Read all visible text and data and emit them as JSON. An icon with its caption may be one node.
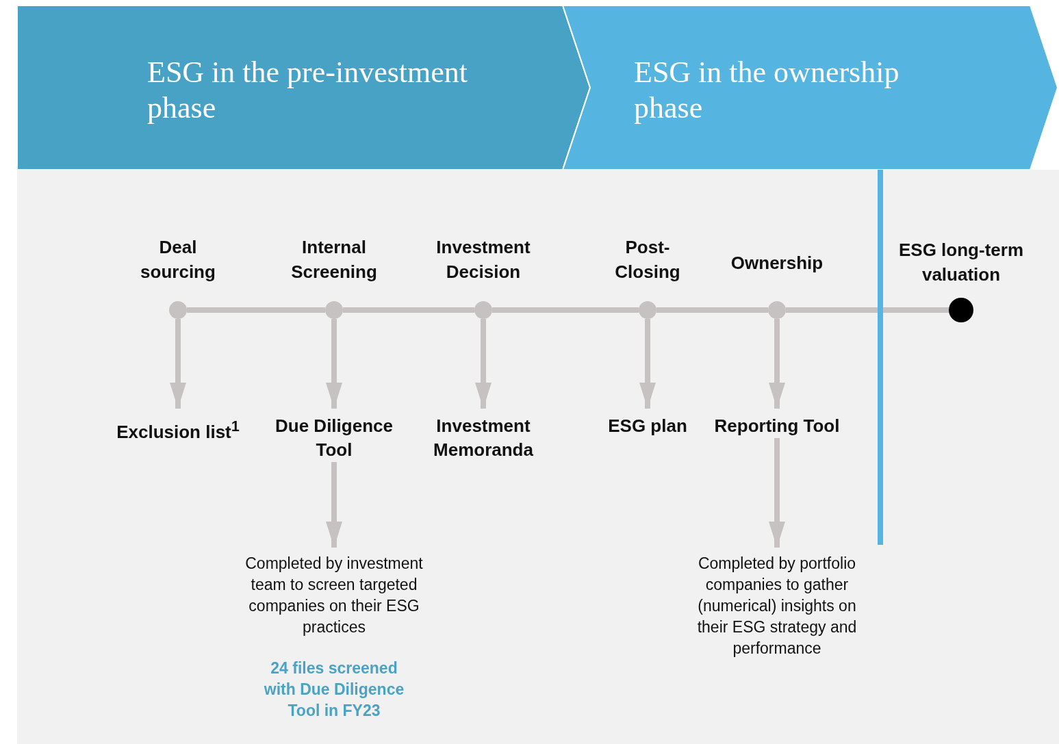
{
  "diagram": {
    "nodes": [
      {
        "text": [
          "ESG in the pre-investment phase"
        ]
      },
      {
        "text": [
          "ESG in the ownership phase"
        ]
      },
      {
        "text": [],
        "shape": "circle",
        "beside": [
          "Deal sourcing"
        ]
      },
      {
        "text": [],
        "shape": "circle",
        "beside": [
          "Internal Screening"
        ]
      },
      {
        "text": [],
        "shape": "circle",
        "beside": [
          "Investment Decision"
        ]
      },
      {
        "text": [],
        "shape": "circle",
        "beside": [
          "Post-Closing"
        ]
      },
      {
        "text": [],
        "shape": "circle",
        "beside": [
          "Ownership"
        ]
      },
      {
        "text": [],
        "shape": "circle",
        "beside": [
          "ESG long-term valuation"
        ]
      },
      {
        "text": [
          "Exclusion list$^{1}$"
        ]
      },
      {
        "text": [
          "Due Diligence Tool"
        ]
      },
      {
        "text": [
          "Investment Memoranda"
        ]
      },
      {
        "text": [
          "ESG plan"
        ]
      },
      {
        "text": [
          "Reporting Tool"
        ]
      },
      {
        "text": [
          "Completed by investment team to screen targeted companies on their ESG practices",
          "24 files screened with Due Diligence Tool in FY23"
        ]
      },
      {
        "text": [
          "Completed by portfolio companies to gather (numerical) insights on their ESG strategy and performance"
        ]
      }
    ],
    "edges": [
      {
        "from": 2,
        "to": 3,
        "arrow": "none"
      },
      {
        "from": 3,
        "to": 4,
        "arrow": "none"
      },
      {
        "from": 4,
        "to": 5,
        "arrow": "none"
      },
      {
        "from": 5,
        "to": 6,
        "arrow": "none"
      },
      {
        "from": 6,
        "to": 7,
        "arrow": "none"
      },
      {
        "from": 2,
        "to": 8,
        "arrow": "to"
      },
      {
        "from": 3,
        "to": 9,
        "arrow": "to"
      },
      {
        "from": 4,
        "to": 10,
        "arrow": "to"
      },
      {
        "from": 5,
        "to": 11,
        "arrow": "to"
      },
      {
        "from": 6,
        "to": 12,
        "arrow": "to"
      },
      {
        "from": 9,
        "to": 13,
        "arrow": "to"
      },
      {
        "from": 12,
        "to": 14,
        "arrow": "to"
      }
    ]
  }
}
